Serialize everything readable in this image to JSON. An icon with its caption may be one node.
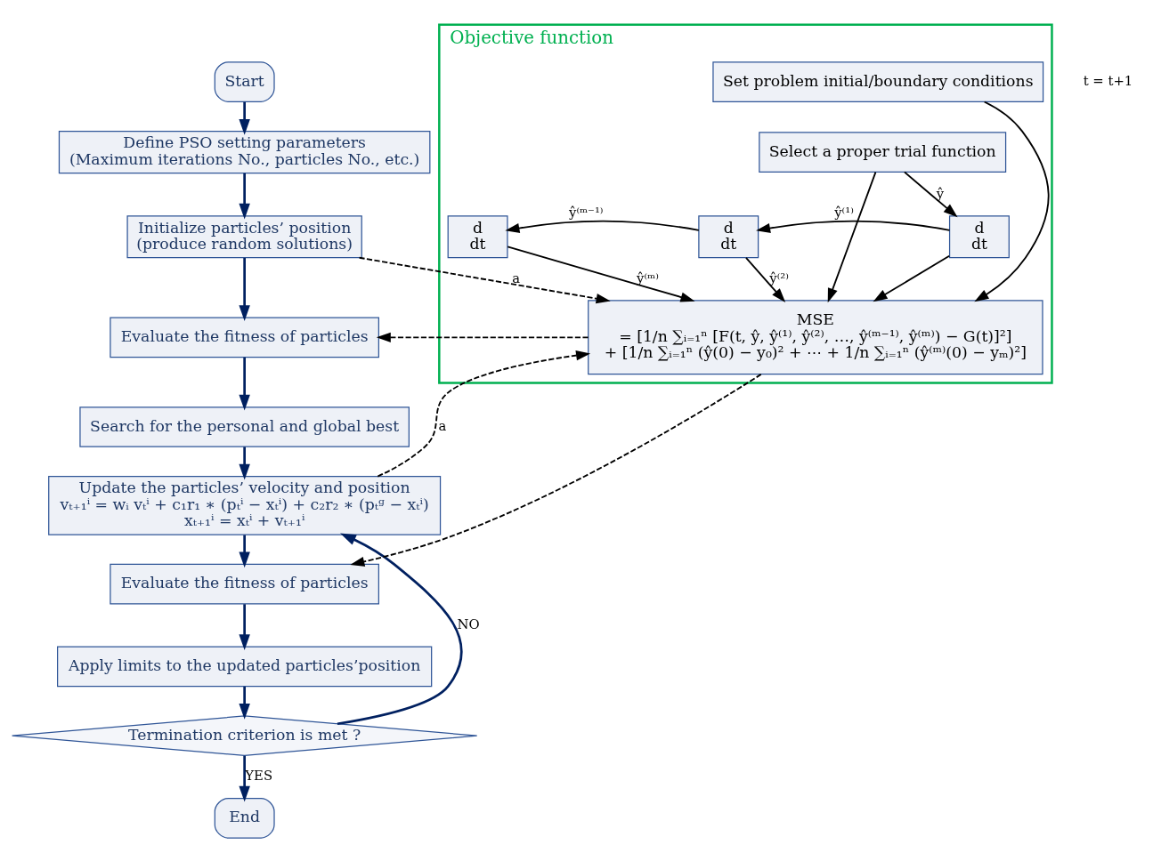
{
  "diagram": {
    "nodes": [
      {
        "text": [
          "Start"
        ]
      },
      {
        "text": [
          "Define PSO setting parameters",
          "(Maximum iterations No., particles No., etc.)"
        ]
      },
      {
        "text": [
          "Initialize particles’ position",
          "(produce random solutions)"
        ]
      },
      {
        "text": [
          "Evaluate the fitness of particles"
        ]
      },
      {
        "text": [
          "Search for the personal and global best"
        ]
      },
      {
        "text": [
          "Update the particles’ velocity and position",
          "vₜ₊₁ⁱ = wᵢ vₜⁱ + c₁r₁ ∗ (pₜⁱ − xₜⁱ) + c₂r₂ ∗ (pₜᵍ − xₜⁱ)",
          "xₜ₊₁ⁱ = xₜⁱ + vₜ₊₁ⁱ"
        ]
      },
      {
        "text": [
          "Evaluate the fitness of particles"
        ]
      },
      {
        "text": [
          "Apply limits to the updated particles’position"
        ]
      },
      {
        "text": [
          "Termination criterion is met ?"
        ]
      },
      {
        "text": [
          "End"
        ]
      },
      {
        "text": [
          "Objective function"
        ]
      },
      {
        "text": [
          "Set problem initial/boundary conditions"
        ],
        "in": 10
      },
      {
        "text": [
          "Select a proper trial function"
        ],
        "in": 10
      },
      {
        "text": [
          "d",
          "dt"
        ],
        "in": 10
      },
      {
        "text": [
          "d",
          "dt"
        ],
        "in": 10
      },
      {
        "text": [
          "d",
          "dt"
        ],
        "in": 10
      },
      {
        "text": [
          "MSE",
          "= [1/n ∑ᵢ₌₁ⁿ [F(t, ŷ, ŷ⁽¹⁾, ŷ⁽²⁾, …, ŷ⁽ᵐ⁻¹⁾, ŷ⁽ᵐ⁾) − G(t)]²]",
          "+ [1/n ∑ᵢ₌₁ⁿ (ŷ(0) − y₀)² + ⋯ + 1/n ∑ᵢ₌₁ⁿ (ŷ⁽ᵐ⁾(0) − yₘ)²]"
        ],
        "in": 10
      }
    ],
    "edges": [
      {
        "from": 0,
        "to": 1,
        "arrow": "to",
        "color": "#002060"
      },
      {
        "from": 1,
        "to": 2,
        "arrow": "to",
        "color": "#002060"
      },
      {
        "from": 2,
        "to": 3,
        "arrow": "to",
        "color": "#002060"
      },
      {
        "from": 3,
        "to": 4,
        "arrow": "to",
        "color": "#002060"
      },
      {
        "from": 4,
        "to": 5,
        "arrow": "to",
        "color": "#002060"
      },
      {
        "from": 5,
        "to": 6,
        "arrow": "to",
        "color": "#002060"
      },
      {
        "from": 6,
        "to": 7,
        "arrow": "to",
        "color": "#002060"
      },
      {
        "from": 7,
        "to": 8,
        "arrow": "to",
        "color": "#002060"
      },
      {
        "from": 8,
        "to": 9,
        "arrow": "to",
        "label": "YES",
        "color": "#002060"
      },
      {
        "from": 8,
        "to": 5,
        "arrow": "to",
        "label": "NO",
        "color": "#002060"
      },
      {
        "from": 2,
        "to": 16,
        "arrow": "to",
        "label": "a",
        "style": "dashed"
      },
      {
        "from": 5,
        "to": 16,
        "arrow": "to",
        "label": "a",
        "style": "dashed"
      },
      {
        "from": 16,
        "to": 3,
        "arrow": "to",
        "style": "dashed"
      },
      {
        "from": 16,
        "to": 6,
        "arrow": "to",
        "style": "dashed"
      },
      {
        "from": 11,
        "to": 16,
        "arrow": "to"
      },
      {
        "from": 12,
        "to": 15,
        "arrow": "to",
        "label": "ŷ"
      },
      {
        "from": 12,
        "to": 16,
        "arrow": "to"
      },
      {
        "from": 15,
        "to": 14,
        "arrow": "to",
        "label": "ŷ⁽¹⁾"
      },
      {
        "from": 15,
        "to": 16,
        "arrow": "to"
      },
      {
        "from": 14,
        "to": 13,
        "arrow": "to",
        "label": "ŷ⁽ᵐ⁻¹⁾"
      },
      {
        "from": 14,
        "to": 16,
        "arrow": "to",
        "label": "ŷ⁽²⁾"
      },
      {
        "from": 13,
        "to": 16,
        "arrow": "to",
        "label": "ŷ⁽ᵐ⁾"
      }
    ],
    "labels": [
      "t = t+1"
    ]
  }
}
